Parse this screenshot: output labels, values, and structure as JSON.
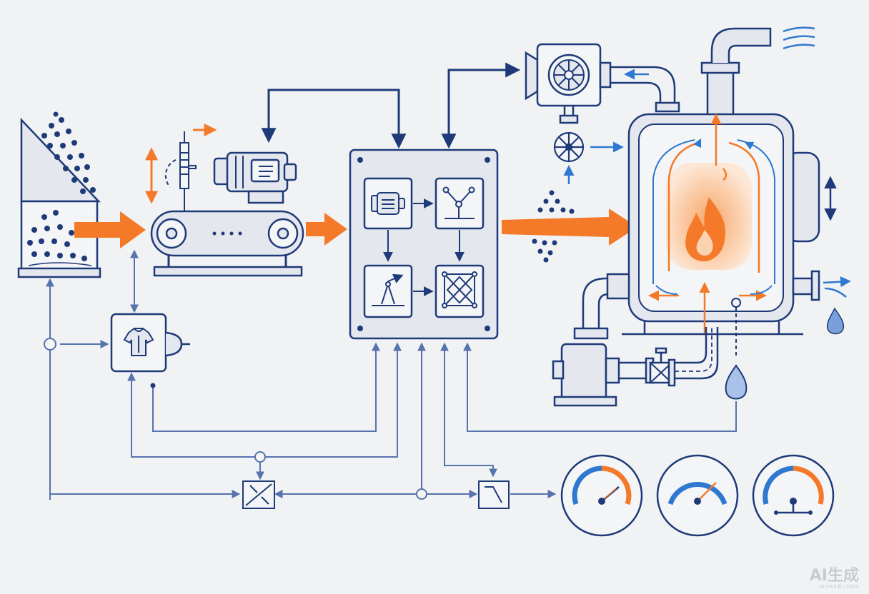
{
  "colors": {
    "background": "#f1f2f4",
    "line_dark": "#1e3a78",
    "line_mid": "#5673ad",
    "accent_orange": "#f47a2a",
    "accent_blue": "#2f78d0",
    "fill_panel": "#e4e7ed",
    "fill_light": "#f4f5f7"
  },
  "components": {
    "hopper": {
      "icon": "hopper-with-pellets"
    },
    "conveyor": {
      "icon": "motor-and-belt-conveyor"
    },
    "field_controller": {
      "icon": "shirt-symbol-controller"
    },
    "control_panel": {
      "icons": [
        "motor-icon",
        "branch-node-icon",
        "triangle-arrow-icon",
        "x-frame-icon"
      ]
    },
    "fan": {
      "icon": "fan-icon"
    },
    "valve_wheel": {
      "icon": "valve-wheel-icon"
    },
    "boiler": {
      "icon": "flame-icon"
    },
    "pump": {
      "icon": "pump-icon"
    },
    "gauges": [
      {
        "icon": "gauge-icon"
      },
      {
        "icon": "gauge-icon"
      },
      {
        "icon": "gauge-icon"
      }
    ]
  },
  "watermark": {
    "main": "AI生成",
    "sub": "WORKBUDDY"
  }
}
